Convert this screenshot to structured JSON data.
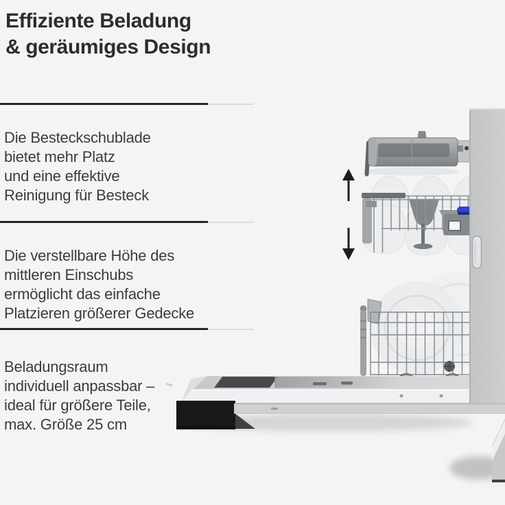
{
  "title": {
    "line1": "Effiziente Beladung",
    "line2": "& geräumiges Design"
  },
  "features": [
    {
      "lines": [
        "Die Besteckschublade",
        "bietet mehr Platz",
        "und eine effektive",
        "Reinigung für Besteck"
      ]
    },
    {
      "lines": [
        "Die verstellbare Höhe des",
        "mittleren Einschubs",
        "ermöglicht das einfache",
        "Platzieren größerer Gedecke"
      ]
    },
    {
      "lines": [
        "Beladungsraum",
        "individuell anpassbar –",
        "ideal für größere Teile,",
        "max. Größe 25 cm"
      ]
    }
  ],
  "illustration": {
    "subject": "open dishwasher side view with pulled-out cutlery drawer, height-adjustable middle rack (up/down arrows) and lower rack on opened door",
    "icons": [
      "up-arrow-icon",
      "down-arrow-icon"
    ],
    "parts": [
      "cutlery-drawer",
      "middle-rack",
      "middle-rack-dishes",
      "wine-glass",
      "rack-height-adjuster",
      "lower-rack",
      "lower-rack-plates",
      "open-door",
      "side-panel",
      "door-handle",
      "plinth-corner"
    ]
  },
  "colors": {
    "background": "#f4f4f5",
    "title_text": "#2b2d2f",
    "body_text": "#3a3c3e",
    "divider_dark": "#232528",
    "divider_light": "#dcddde",
    "accent_blue": "#2e44cc",
    "panel_gray": "#c9cbcd",
    "black_trim": "#17181a",
    "arrow": "#1b1c1d"
  }
}
